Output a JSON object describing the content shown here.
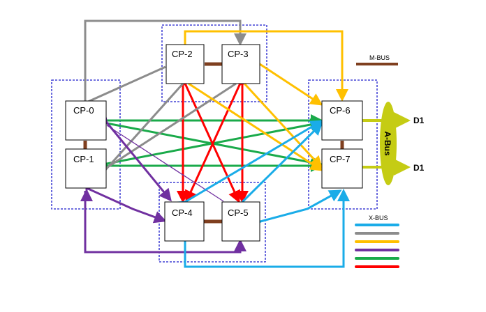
{
  "nodes": {
    "cp0": "CP-0",
    "cp1": "CP-1",
    "cp2": "CP-2",
    "cp3": "CP-3",
    "cp4": "CP-4",
    "cp5": "CP-5",
    "cp6": "CP-6",
    "cp7": "CP-7"
  },
  "labels": {
    "d1_top": "D1",
    "d1_bottom": "D1",
    "abus": "A-Bus",
    "mbus": "M-BUS",
    "xbus": "X-BUS"
  },
  "colors": {
    "mbus": "#7f3f1f",
    "abus": "#c5cc14",
    "gray": "#8c8c8c",
    "orange": "#ffc000",
    "purple": "#7030a0",
    "green": "#1aaa4a",
    "red": "#ff0000",
    "blue": "#1aace8",
    "frame": "#1a1acc"
  },
  "legend_colors": [
    "blue",
    "gray",
    "orange",
    "purple",
    "green",
    "red"
  ]
}
